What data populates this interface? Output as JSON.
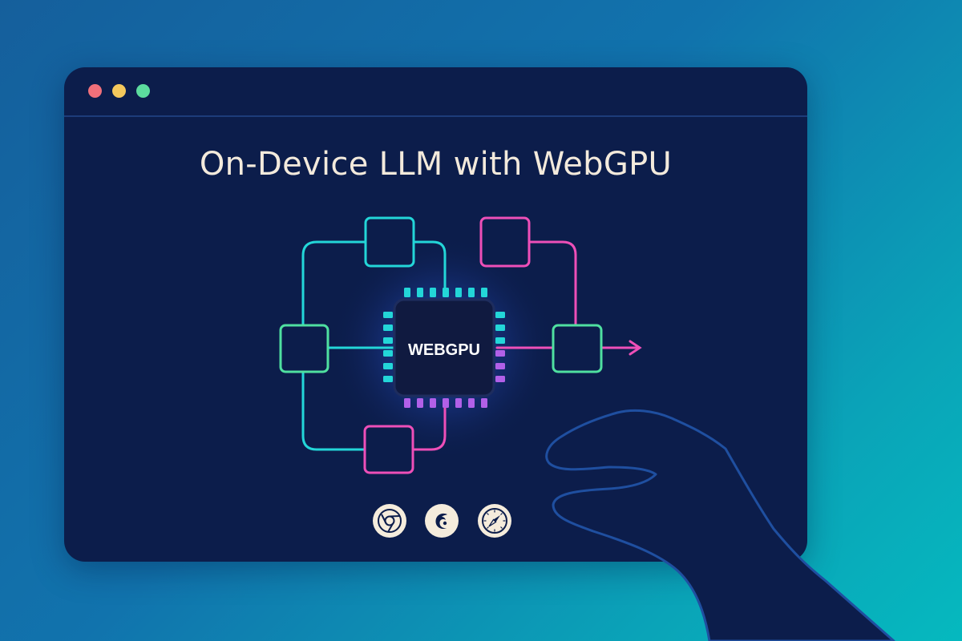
{
  "window": {
    "controls": [
      "close",
      "minimize",
      "maximize"
    ],
    "title": "On-Device LLM with WebGPU"
  },
  "diagram": {
    "chip_label": "WEBGPU",
    "colors": {
      "cyan": "#23d6d8",
      "green": "#4fe0a0",
      "magenta": "#ee4fb8",
      "violet": "#b160e8",
      "chip_fill": "#101a40"
    }
  },
  "browsers": [
    {
      "name": "chrome-icon"
    },
    {
      "name": "firefox-icon"
    },
    {
      "name": "safari-icon"
    }
  ],
  "decoration": {
    "hand": "hand-outline-icon"
  }
}
